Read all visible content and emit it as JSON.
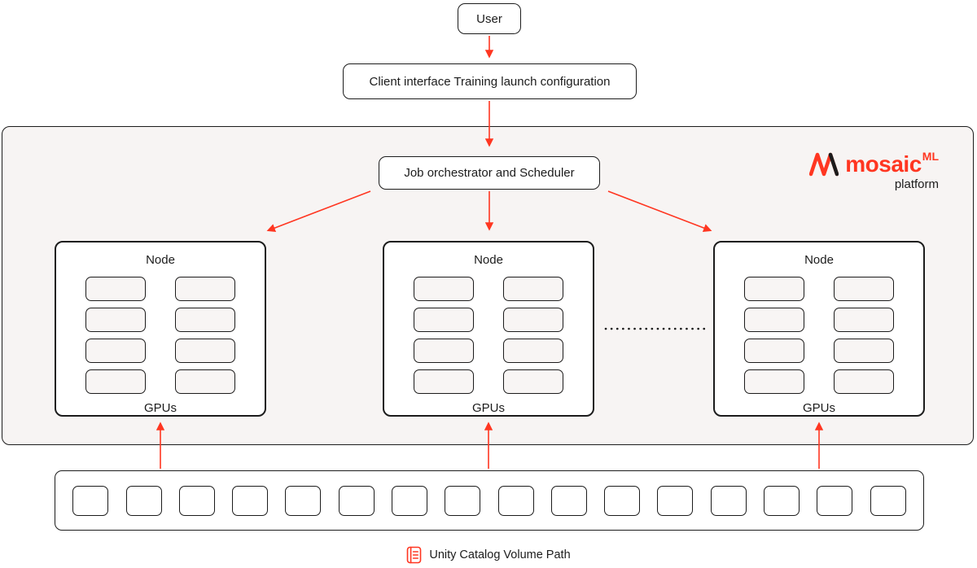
{
  "colors": {
    "accent": "#FF3621",
    "panel_bg": "#F7F4F3",
    "border": "#1C1C1C",
    "cell_bg": "#F8F5F4"
  },
  "flow": {
    "user_label": "User",
    "client_label": "Client interface Training launch configuration",
    "orchestrator_label": "Job orchestrator and Scheduler"
  },
  "logo": {
    "brand": "mosaic",
    "superscript": "ML",
    "subtitle": "platform"
  },
  "nodes": [
    {
      "title": "Node",
      "gpus_label": "GPUs"
    },
    {
      "title": "Node",
      "gpus_label": "GPUs"
    },
    {
      "title": "Node",
      "gpus_label": "GPUs"
    }
  ],
  "node_gpu_rows": 4,
  "node_gpu_columns": 2,
  "storage": {
    "cell_count": 16
  },
  "footer": {
    "label": "Unity Catalog Volume Path"
  }
}
